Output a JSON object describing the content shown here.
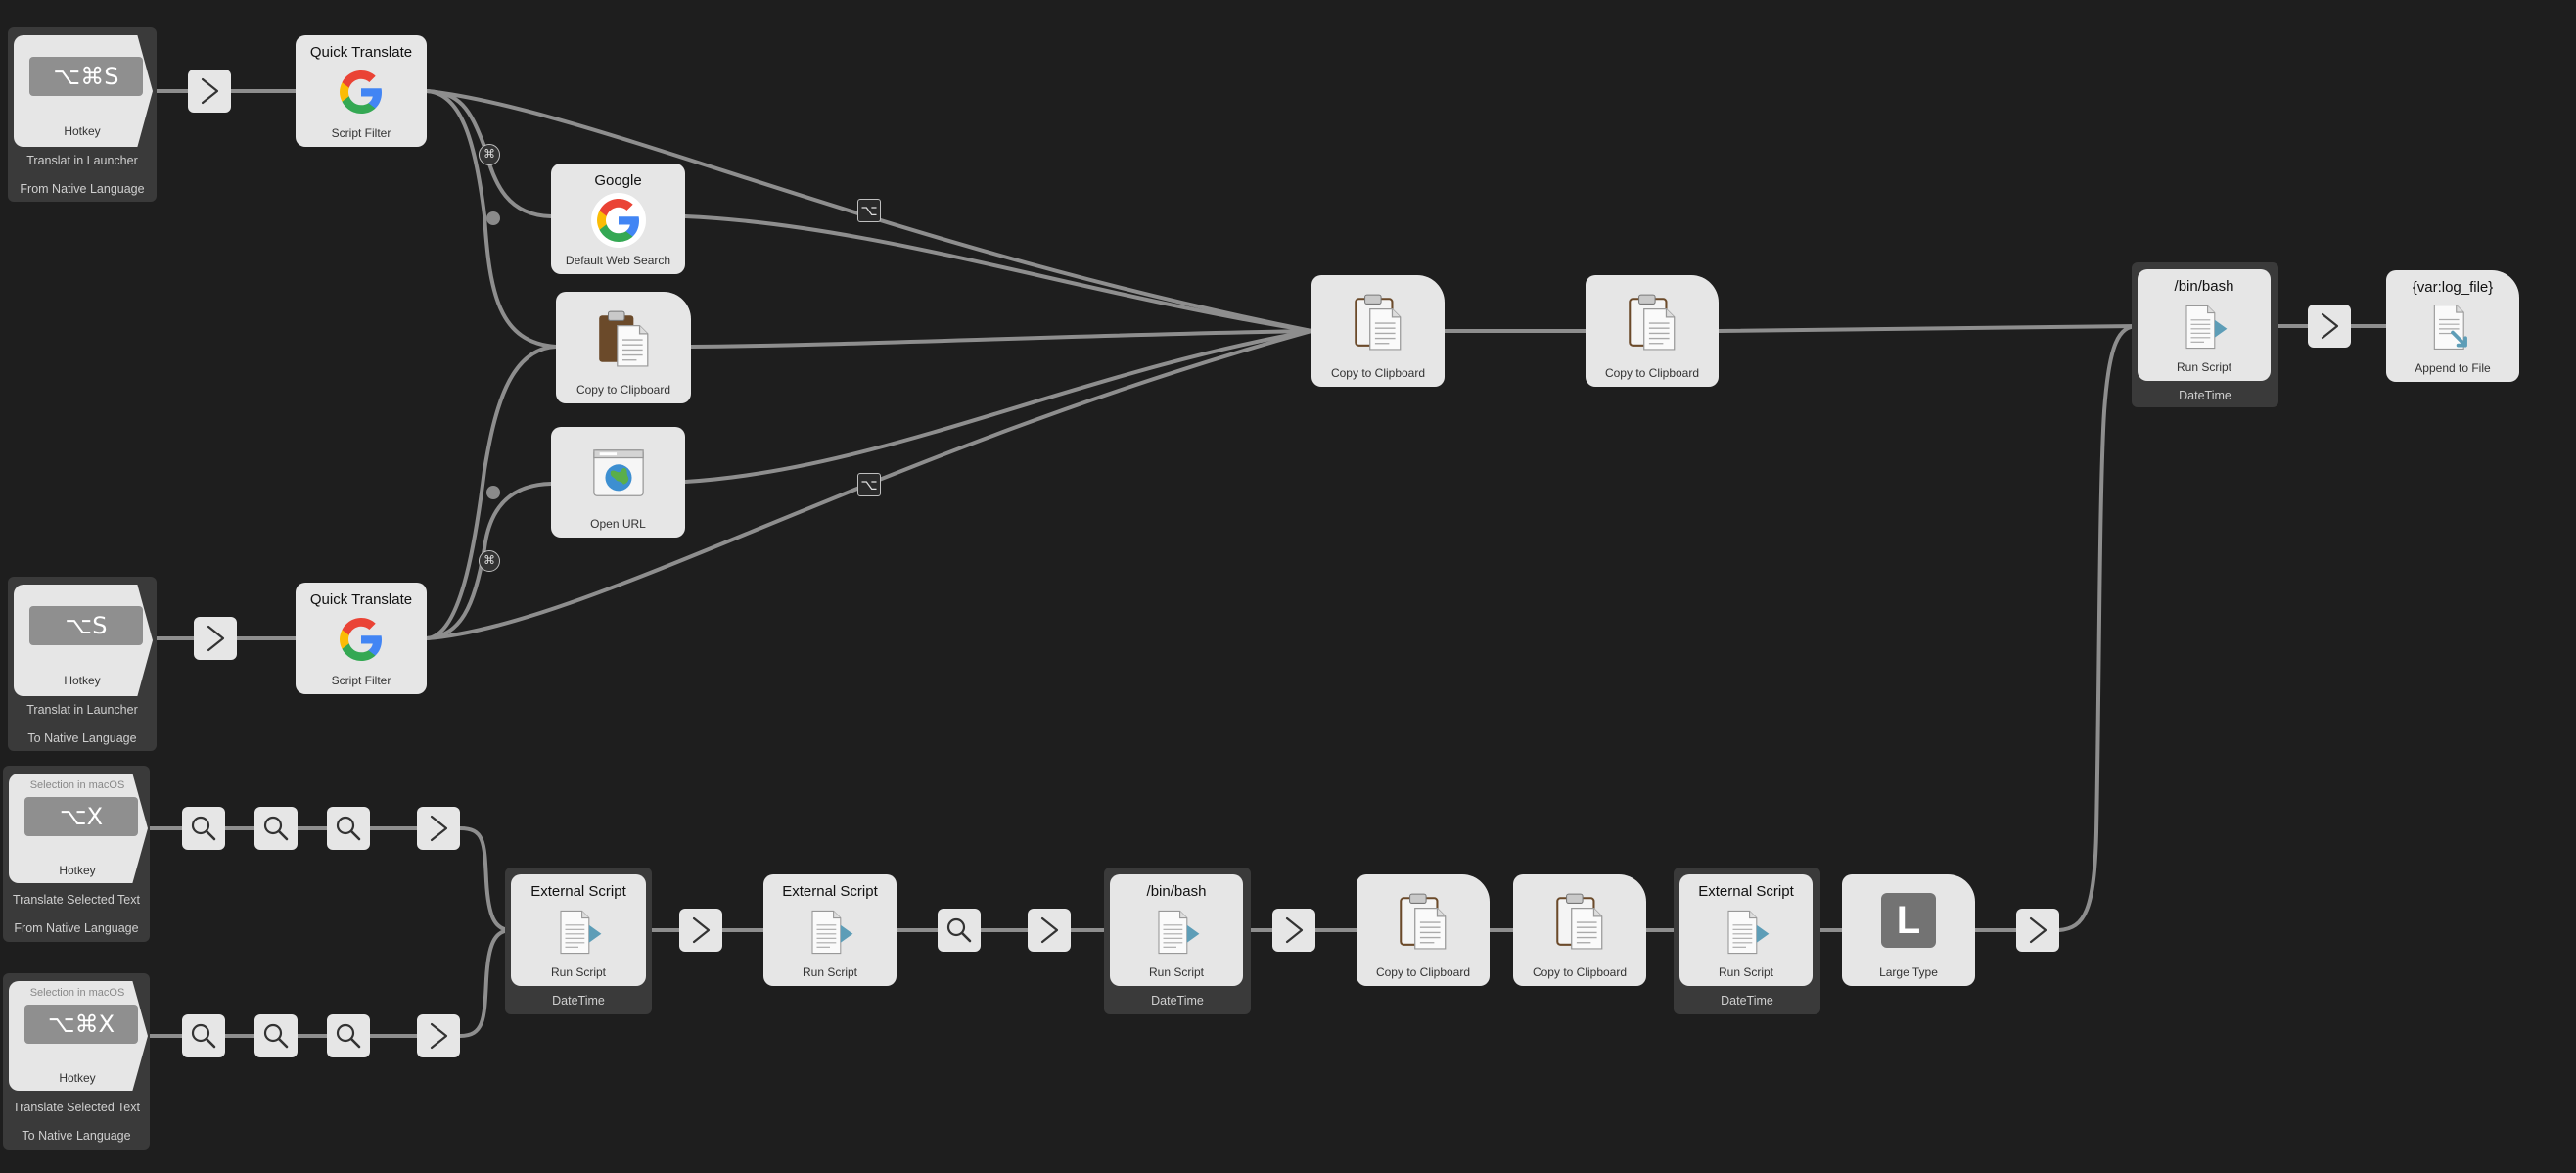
{
  "hotkeys": {
    "h1": {
      "keys": "⌥⌘S",
      "label": "Hotkey",
      "cap1": "Translat in Launcher",
      "cap2": "From Native Language"
    },
    "h2": {
      "keys": "⌥S",
      "label": "Hotkey",
      "cap1": "Translat in Launcher",
      "cap2": "To Native Language"
    },
    "h3": {
      "top": "Selection in macOS",
      "keys": "⌥X",
      "label": "Hotkey",
      "cap1": "Translate Selected Text",
      "cap2": "From Native Language"
    },
    "h4": {
      "top": "Selection in macOS",
      "keys": "⌥⌘X",
      "label": "Hotkey",
      "cap1": "Translate Selected Text",
      "cap2": "To Native Language"
    }
  },
  "nodes": {
    "qt1": {
      "title": "Quick Translate",
      "sub": "Script Filter"
    },
    "qt2": {
      "title": "Quick Translate",
      "sub": "Script Filter"
    },
    "google": {
      "title": "Google",
      "sub": "Default Web Search"
    },
    "cb1": {
      "sub": "Copy to Clipboard"
    },
    "ourl": {
      "sub": "Open URL"
    },
    "cb2": {
      "sub": "Copy to Clipboard"
    },
    "cb3": {
      "sub": "Copy to Clipboard"
    },
    "bash1": {
      "title": "/bin/bash",
      "sub": "Run Script",
      "cap": "DateTime"
    },
    "log": {
      "title": "{var:log_file}",
      "sub": "Append to File"
    },
    "ext1": {
      "title": "External Script",
      "sub": "Run Script",
      "cap": "DateTime"
    },
    "ext2": {
      "title": "External Script",
      "sub": "Run Script"
    },
    "bash2": {
      "title": "/bin/bash",
      "sub": "Run Script",
      "cap": "DateTime"
    },
    "cb4": {
      "sub": "Copy to Clipboard"
    },
    "cb5": {
      "sub": "Copy to Clipboard"
    },
    "ext3": {
      "title": "External Script",
      "sub": "Run Script",
      "cap": "DateTime"
    },
    "large": {
      "glyph": "L",
      "sub": "Large Type"
    }
  },
  "modifiers": {
    "opt": "⌥",
    "cmd": "⌘"
  },
  "colors": {
    "canvas": "#1e1e1e",
    "node": "#e6e6e6",
    "wire": "#8e8e8e"
  },
  "icons": [
    "google-icon",
    "clipboard-icon",
    "open-url-icon",
    "script-icon",
    "append-file-icon",
    "magnifier-icon",
    "arrow-icon"
  ]
}
